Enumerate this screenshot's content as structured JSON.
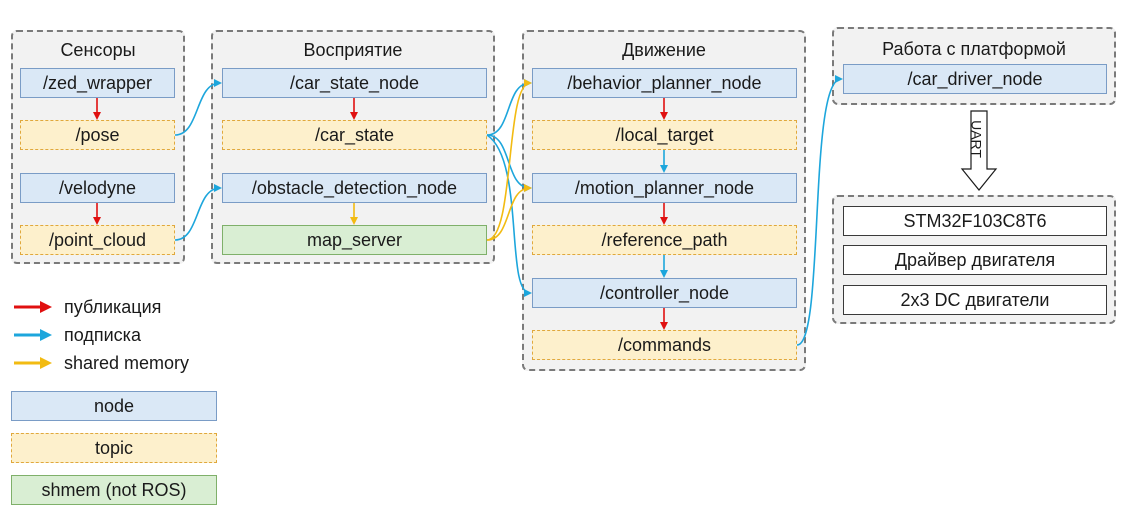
{
  "colors": {
    "publish": "#e01010",
    "subscribe": "#1da6dc",
    "shared": "#f2bb12",
    "node_fill": "#dae8f6",
    "topic_fill": "#fdf0cc",
    "shmem_fill": "#d9eed3"
  },
  "groups": {
    "sensors": "Сенсоры",
    "perception": "Восприятие",
    "motion": "Движение",
    "platform": "Работа с платформой"
  },
  "sensors": {
    "zed": "/zed_wrapper",
    "pose": "/pose",
    "velodyne": "/velodyne",
    "point_cloud": "/point_cloud"
  },
  "perception": {
    "car_state_node": "/car_state_node",
    "car_state": "/car_state",
    "obstacle_node": "/obstacle_detection_node",
    "map_server": "map_server"
  },
  "motion": {
    "behavior": "/behavior_planner_node",
    "local_target": "/local_target",
    "motion_planner": "/motion_planner_node",
    "reference_path": "/reference_path",
    "controller": "/controller_node",
    "commands": "/commands"
  },
  "platform": {
    "car_driver": "/car_driver_node",
    "uart": "UART"
  },
  "hardware": {
    "mcu": "STM32F103C8T6",
    "driver": "Драйвер двигателя",
    "motors": "2x3 DC двигатели"
  },
  "legend": {
    "publish": "публикация",
    "subscribe": "подписка",
    "shared": "shared memory",
    "node": "node",
    "topic": "topic",
    "shmem": "shmem (not ROS)"
  }
}
